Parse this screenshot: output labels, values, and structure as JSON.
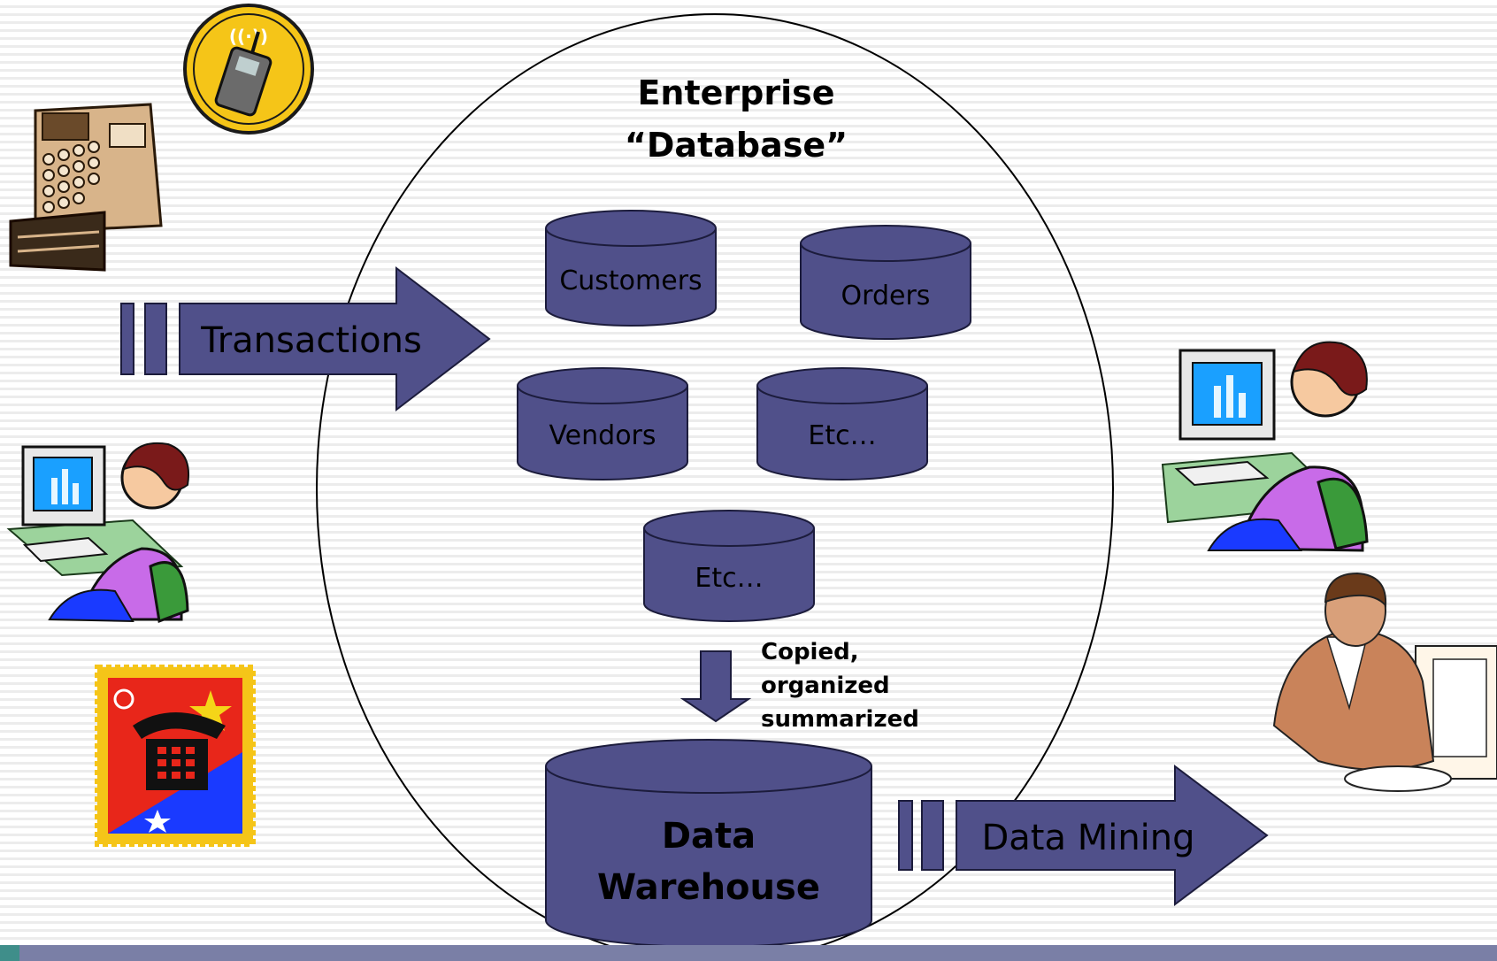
{
  "colors": {
    "shape_fill": "#50508a",
    "shape_stroke": "#1c1c3c",
    "ellipse_stroke": "#000000",
    "footer": "#7a7fa6"
  },
  "title": {
    "line1": "Enterprise",
    "line2": "“Database”"
  },
  "databases": {
    "customers": "Customers",
    "orders": "Orders",
    "vendors": "Vendors",
    "etc1": "Etc…",
    "etc2": "Etc…"
  },
  "arrows": {
    "transactions": "Transactions",
    "data_mining": "Data Mining"
  },
  "copy_note": {
    "line1": "Copied,",
    "line2": "organized",
    "line3": "summarized"
  },
  "warehouse": {
    "line1": "Data",
    "line2": "Warehouse"
  },
  "clipart": {
    "cash_register": "cash-register-icon",
    "cell_phone": "cell-phone-icon",
    "woman_computer": "woman-at-computer-icon",
    "telephone_stamp": "telephone-stamp-icon",
    "man_computer": "man-at-computer-icon"
  }
}
